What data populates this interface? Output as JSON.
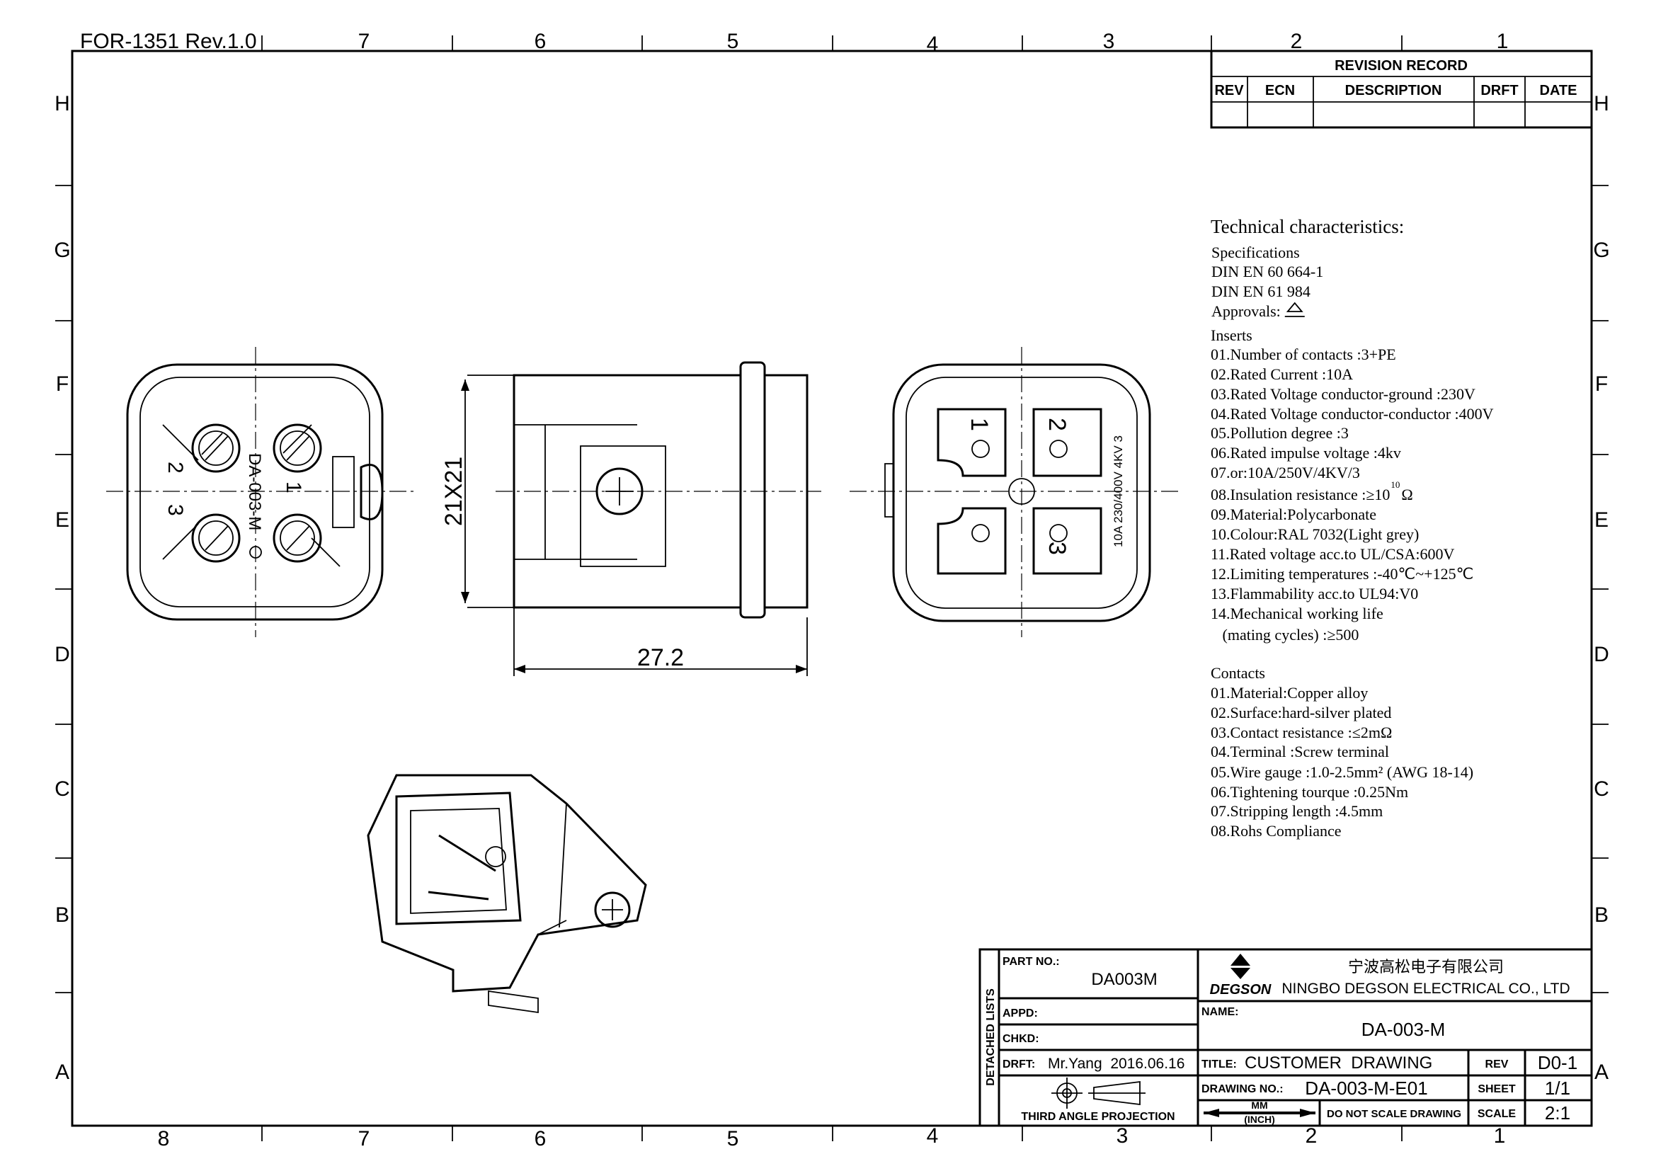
{
  "form_id": "FOR-1351 Rev.1.0",
  "columns": [
    "8",
    "7",
    "6",
    "5",
    "4",
    "3",
    "2",
    "1"
  ],
  "rows": [
    "H",
    "G",
    "F",
    "E",
    "D",
    "C",
    "B",
    "A"
  ],
  "revision_record": {
    "title": "REVISION RECORD",
    "headers": [
      "REV",
      "ECN",
      "DESCRIPTION",
      "DRFT",
      "DATE"
    ]
  },
  "technical": {
    "title": "Technical characteristics:",
    "specifications": [
      "Specifications",
      "DIN EN 60 664-1",
      "DIN EN 61 984",
      "Approvals:"
    ],
    "inserts_title": "Inserts",
    "inserts": [
      "01.Number of contacts :3+PE",
      "02.Rated Current :10A",
      "03.Rated Voltage conductor-ground :230V",
      "04.Rated Voltage conductor-conductor :400V",
      "05.Pollution degree :3",
      "06.Rated impulse voltage :4kv",
      "07.or:10A/250V/4KV/3",
      "08.Insulation resistance :≥10",
      "09.Material:Polycarbonate",
      "10.Colour:RAL 7032(Light grey)",
      "11.Rated voltage acc.to UL/CSA:600V",
      "12.Limiting temperatures  :-40℃~+125℃",
      "13.Flammability acc.to UL94:V0",
      "14.Mechanical working life",
      "   (mating cycles) :≥500"
    ],
    "insulation_exponent": "10",
    "insulation_unit": "Ω",
    "contacts_title": "Contacts",
    "contacts": [
      "01.Material:Copper alloy",
      "02.Surface:hard-silver plated",
      "03.Contact resistance :≤2mΩ",
      "04.Terminal :Screw terminal",
      "05.Wire gauge :1.0-2.5mm² (AWG 18-14)",
      "06.Tightening tourque :0.25Nm",
      "07.Stripping length :4.5mm",
      "08.Rohs Compliance"
    ]
  },
  "drawing": {
    "dim_height": "21X21",
    "dim_width": "27.2",
    "part_marking": "DA-003-M",
    "rating_marking": "10A 230/400V 4KV 3",
    "pin_numbers": [
      "1",
      "2",
      "3"
    ]
  },
  "title_block": {
    "detached_lists": "DETACHED LISTS",
    "part_no_label": "PART NO.:",
    "part_no": "DA003M",
    "appd_label": "APPD:",
    "chkd_label": "CHKD:",
    "drft_label": "DRFT:",
    "drft_value": "Mr.Yang  2016.06.16",
    "projection": "THIRD ANGLE PROJECTION",
    "company_logo": "DEGSON",
    "company_cn": "宁波高松电子有限公司",
    "company_en": "NINGBO DEGSON ELECTRICAL CO., LTD",
    "name_label": "NAME:",
    "name": "DA-003-M",
    "title_label": "TITLE:",
    "title": "CUSTOMER  DRAWING",
    "rev_label": "REV",
    "rev": "D0-1",
    "drawing_no_label": "DRAWING NO.:",
    "drawing_no": "DA-003-M-E01",
    "sheet_label": "SHEET",
    "sheet": "1/1",
    "unit_mm": "MM",
    "unit_inch": "(INCH)",
    "no_scale": "DO NOT SCALE DRAWING",
    "scale_label": "SCALE",
    "scale": "2:1"
  }
}
